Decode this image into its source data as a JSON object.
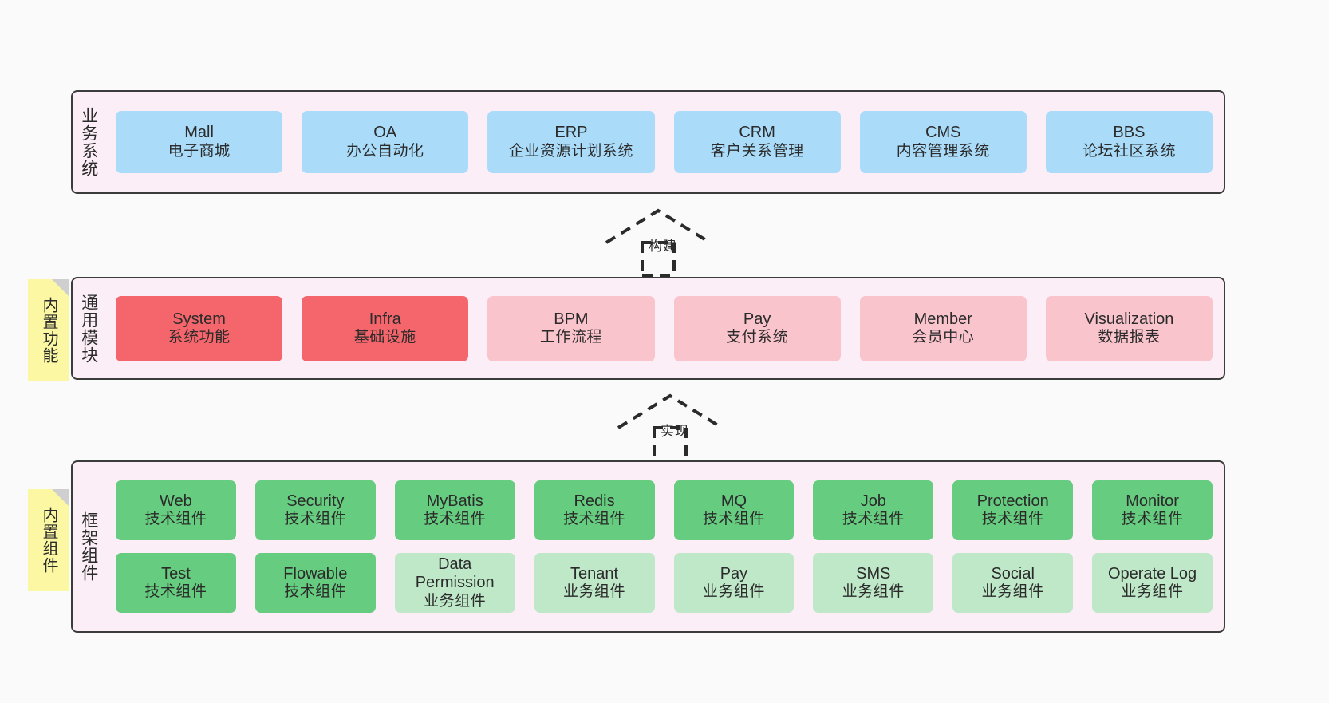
{
  "diagram": {
    "background": "#fafafa",
    "layers": [
      {
        "id": "business",
        "title": "业务系统",
        "rows": [
          [
            {
              "en": "Mall",
              "cn": "电子商城",
              "color": "blue"
            },
            {
              "en": "OA",
              "cn": "办公自动化",
              "color": "blue"
            },
            {
              "en": "ERP",
              "cn": "企业资源计划系统",
              "color": "blue"
            },
            {
              "en": "CRM",
              "cn": "客户关系管理",
              "color": "blue"
            },
            {
              "en": "CMS",
              "cn": "内容管理系统",
              "color": "blue"
            },
            {
              "en": "BBS",
              "cn": "论坛社区系统",
              "color": "blue"
            }
          ]
        ]
      },
      {
        "id": "common-modules",
        "title": "通用模块",
        "note": "内置功能",
        "rows": [
          [
            {
              "en": "System",
              "cn": "系统功能",
              "color": "red"
            },
            {
              "en": "Infra",
              "cn": "基础设施",
              "color": "red"
            },
            {
              "en": "BPM",
              "cn": "工作流程",
              "color": "pink"
            },
            {
              "en": "Pay",
              "cn": "支付系统",
              "color": "pink"
            },
            {
              "en": "Member",
              "cn": "会员中心",
              "color": "pink"
            },
            {
              "en": "Visualization",
              "cn": "数据报表",
              "color": "pink"
            }
          ]
        ]
      },
      {
        "id": "framework-components",
        "title": "框架组件",
        "note": "内置组件",
        "rows": [
          [
            {
              "en": "Web",
              "cn": "技术组件",
              "color": "green"
            },
            {
              "en": "Security",
              "cn": "技术组件",
              "color": "green"
            },
            {
              "en": "MyBatis",
              "cn": "技术组件",
              "color": "green"
            },
            {
              "en": "Redis",
              "cn": "技术组件",
              "color": "green"
            },
            {
              "en": "MQ",
              "cn": "技术组件",
              "color": "green"
            },
            {
              "en": "Job",
              "cn": "技术组件",
              "color": "green"
            },
            {
              "en": "Protection",
              "cn": "技术组件",
              "color": "green"
            },
            {
              "en": "Monitor",
              "cn": "技术组件",
              "color": "green"
            }
          ],
          [
            {
              "en": "Test",
              "cn": "技术组件",
              "color": "green"
            },
            {
              "en": "Flowable",
              "cn": "技术组件",
              "color": "green"
            },
            {
              "en": "Data Permission",
              "cn": "业务组件",
              "color": "lightgreen"
            },
            {
              "en": "Tenant",
              "cn": "业务组件",
              "color": "lightgreen"
            },
            {
              "en": "Pay",
              "cn": "业务组件",
              "color": "lightgreen"
            },
            {
              "en": "SMS",
              "cn": "业务组件",
              "color": "lightgreen"
            },
            {
              "en": "Social",
              "cn": "业务组件",
              "color": "lightgreen"
            },
            {
              "en": "Operate Log",
              "cn": "业务组件",
              "color": "lightgreen"
            }
          ]
        ]
      }
    ],
    "connectors": [
      {
        "id": "build",
        "label": "构建",
        "style": "dashed-generalization"
      },
      {
        "id": "implement",
        "label": "实现",
        "style": "dashed-generalization"
      }
    ],
    "colors": {
      "layer_fill": "#fbeef6",
      "layer_border": "#3c3c3c",
      "blue": "#aadcfa",
      "red": "#f4666b",
      "pink": "#fac4cd",
      "green": "#66cc7f",
      "lightgreen": "#bfe8c8",
      "note_fill": "#fbf7a2",
      "note_fold": "#cfcfcf",
      "text": "#2b2b2b"
    }
  }
}
